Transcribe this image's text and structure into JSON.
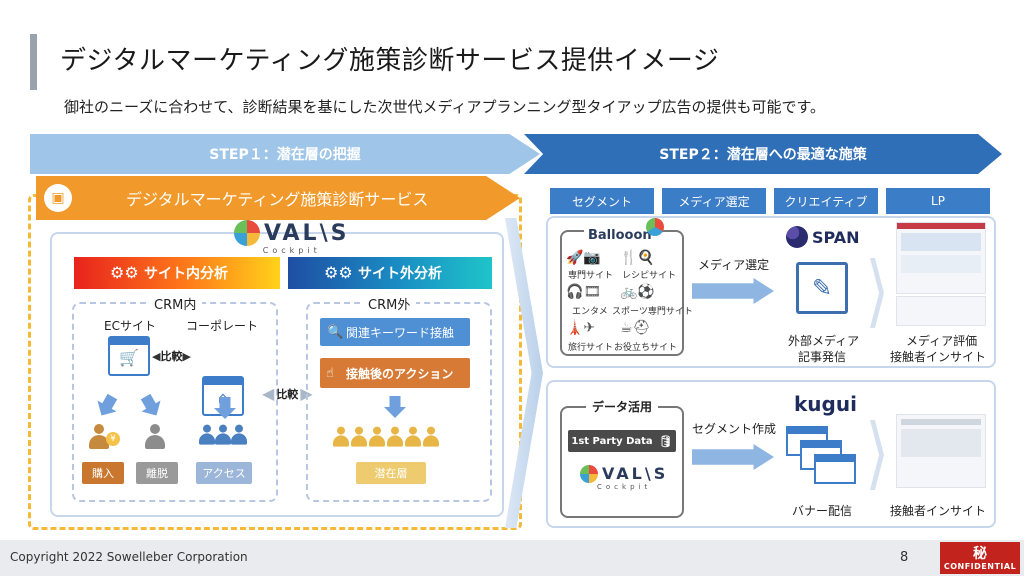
{
  "title": "デジタルマーケティング施策診断サービス提供イメージ",
  "subtitle": "御社のニーズに合わせて、診断結果を基にした次世代メディアプランニング型タイアップ広告の提供も可能です。",
  "steps": {
    "step1": "STEP１：潜在層の把握",
    "step2": "STEP２：潜在層への最適な施策"
  },
  "service_banner": "デジタルマーケティング施策診断サービス",
  "valis": {
    "mark": "VAL\\S",
    "sub": "Cockpit"
  },
  "internal": {
    "band": "サイト内分析",
    "group": "CRM内",
    "ec": "ECサイト",
    "corporate": "コーポレート",
    "compare": "比較",
    "purchase": "購入",
    "churn": "離脱",
    "access": "アクセス"
  },
  "external": {
    "band": "サイト外分析",
    "group": "CRM外",
    "keyword": "関連キーワード接触",
    "action": "接触後のアクション",
    "latent": "潜在層",
    "compare": "比較"
  },
  "tabs": [
    "セグメント",
    "メディア選定",
    "クリエイティブ",
    "LP"
  ],
  "top_panel": {
    "balloon_logo": "Ballooon",
    "categories": [
      "専門サイト",
      "レシピサイト",
      "エンタメ",
      "スポーツ専門サイト",
      "旅行サイト",
      "お役立ちサイト"
    ],
    "flow_label": "メディア選定",
    "span_logo": "SPAN",
    "creative_label_1": "外部メディア",
    "creative_label_2": "記事発信",
    "lp_label_1": "メディア評価",
    "lp_label_2": "接触者インサイト"
  },
  "bottom_panel": {
    "data_title": "データ活用",
    "first_party": "1st Party Data",
    "flow_label": "セグメント作成",
    "kugui_logo": "kugui",
    "creative_label": "バナー配信",
    "lp_label": "接触者インサイト"
  },
  "footer": {
    "copyright": "Copyright 2022 Sowelleber Corporation",
    "page": "8",
    "secret_kanji": "秘",
    "confidential": "CONFIDENTIAL"
  },
  "colors": {
    "step1": "#9fc6e8",
    "step2": "#2f6fb7",
    "orange": "#f19a2b",
    "tab_blue": "#3c7dc7",
    "confidential_red": "#c2231d"
  }
}
